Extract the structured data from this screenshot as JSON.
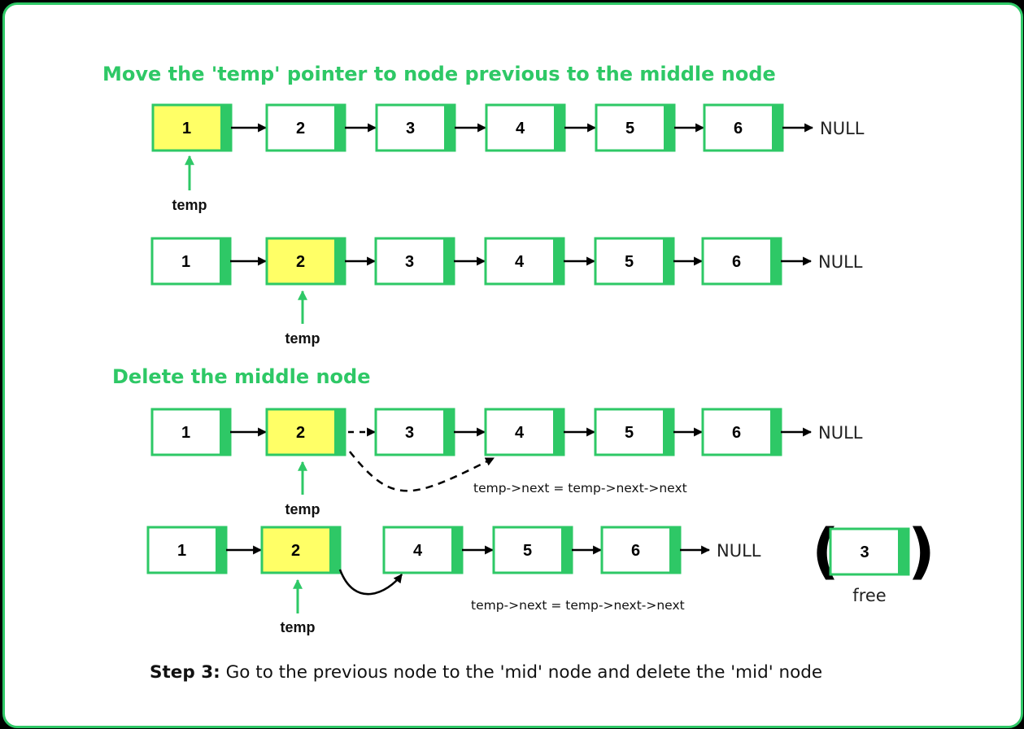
{
  "headings": {
    "move": "Move the 'temp' pointer to node previous to the middle node",
    "delete": "Delete the middle node"
  },
  "rows": [
    {
      "nodes": [
        "1",
        "2",
        "3",
        "4",
        "5",
        "6"
      ],
      "highlight": "1",
      "null_label": "NULL",
      "pointer_label": "temp"
    },
    {
      "nodes": [
        "1",
        "2",
        "3",
        "4",
        "5",
        "6"
      ],
      "highlight": "2",
      "null_label": "NULL",
      "pointer_label": "temp"
    },
    {
      "nodes": [
        "1",
        "2",
        "3",
        "4",
        "5",
        "6"
      ],
      "highlight": "2",
      "null_label": "NULL",
      "pointer_label": "temp",
      "annotation": "temp->next = temp->next->next"
    },
    {
      "nodes": [
        "1",
        "2",
        "4",
        "5",
        "6"
      ],
      "highlight": "2",
      "null_label": "NULL",
      "pointer_label": "temp",
      "annotation": "temp->next = temp->next->next"
    }
  ],
  "freed": {
    "node": "3",
    "label": "free"
  },
  "caption": {
    "bold": "Step 3:",
    "text": " Go to the previous node to the 'mid' node and delete the 'mid' node"
  },
  "colors": {
    "green": "#2ec866",
    "highlight": "#ffff66",
    "text": "#000000"
  }
}
